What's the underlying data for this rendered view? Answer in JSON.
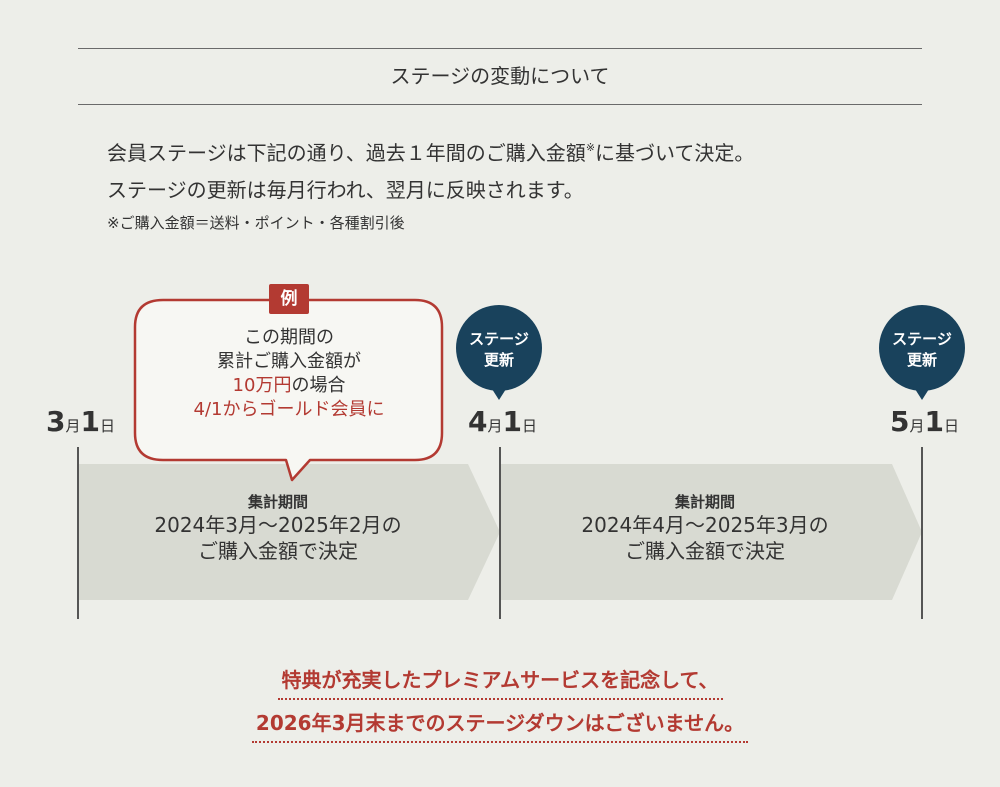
{
  "header": {
    "title": "ステージの変動について"
  },
  "description": {
    "line1": "会員ステージは下記の通り、過去１年間のご購入金額",
    "line1_mark": "※",
    "line1_end": "に基づいて決定。",
    "line2": "ステージの更新は毎月行われ、翌月に反映されます。",
    "note": "※ご購入金額＝送料・ポイント・各種割引後"
  },
  "timeline": {
    "dates": [
      {
        "num1": "3",
        "unit1": "月",
        "num2": "1",
        "unit2": "日"
      },
      {
        "num1": "4",
        "unit1": "月",
        "num2": "1",
        "unit2": "日"
      },
      {
        "num1": "5",
        "unit1": "月",
        "num2": "1",
        "unit2": "日"
      }
    ],
    "badges": [
      {
        "line1": "ステージ",
        "line2": "更新"
      },
      {
        "line1": "ステージ",
        "line2": "更新"
      }
    ],
    "periods": [
      {
        "label": "集計期間",
        "range": "2024年3月〜2025年2月の",
        "basis": "ご購入金額で決定"
      },
      {
        "label": "集計期間",
        "range": "2024年4月〜2025年3月の",
        "basis": "ご購入金額で決定"
      }
    ]
  },
  "example": {
    "tag": "例",
    "line1": "この期間の",
    "line2": "累計ご購入金額が",
    "line3_red": "10万円",
    "line3_rest": "の場合",
    "line4": "4/1からゴールド会員に"
  },
  "footer": {
    "line1": "特典が充実したプレミアムサービスを記念して、",
    "line2": "2026年3月末までのステージダウンはございません。"
  },
  "colors": {
    "background": "#edeee9",
    "band": "#d8dad2",
    "accent_red": "#b33a32",
    "badge_navy": "#19425c"
  }
}
